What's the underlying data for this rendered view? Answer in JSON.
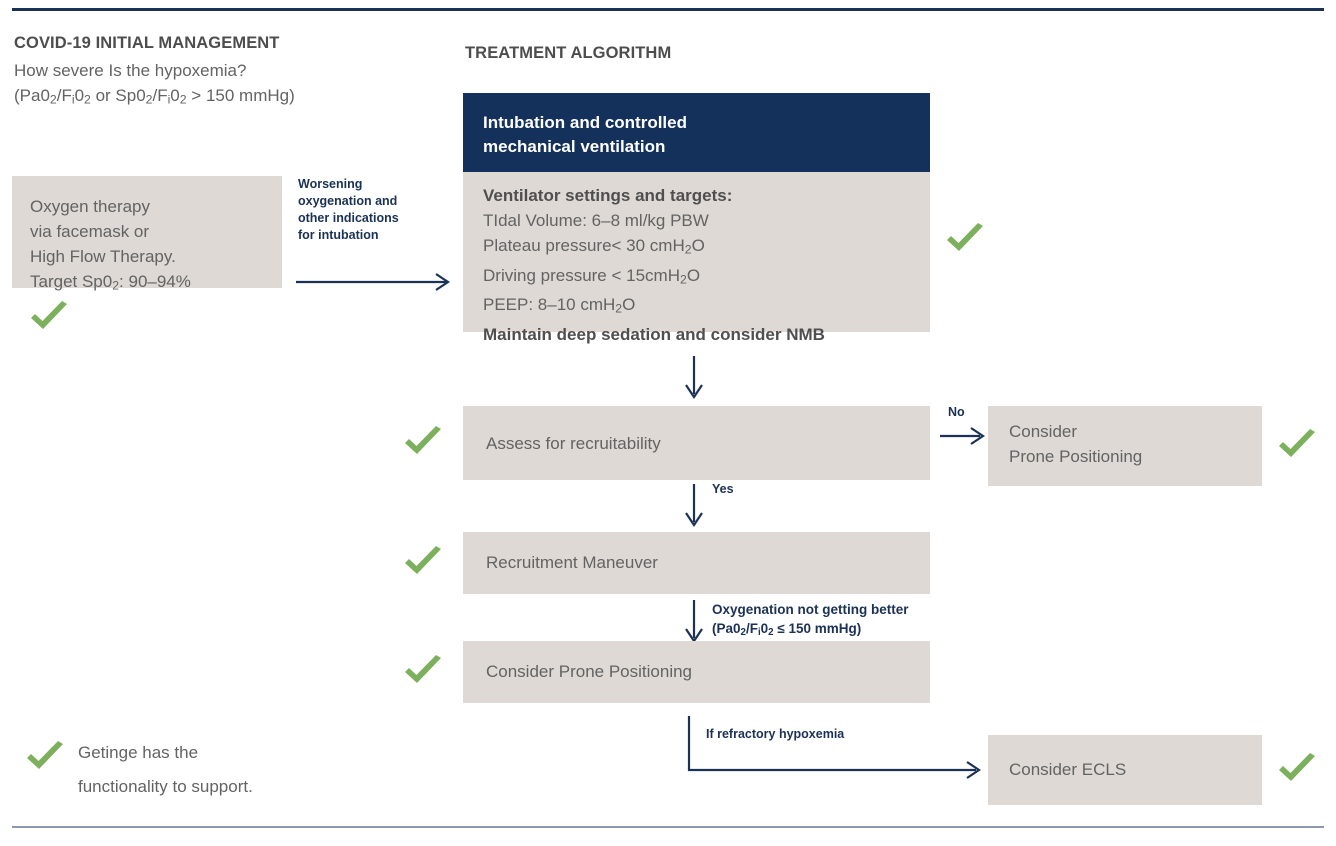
{
  "colors": {
    "navy": "#14315b",
    "rule_top": "#1b3156",
    "rule_bottom": "#8b98ad",
    "box_bg": "#ded9d4",
    "check_green": "#7cb05d",
    "body_text": "#636363"
  },
  "left_column": {
    "title": "COVID-19 INITIAL MANAGEMENT",
    "lead_line1": "How severe Is the hypoxemia?",
    "lead_line2_prefix": "(Pa0",
    "lead_line2": "(Pa0₂/FᵢO₂ or Sp0₂/FᵢO₂ > 150 mmHg)",
    "oxygen_box": {
      "line1": "Oxygen therapy",
      "line2": "via facemask or",
      "line3": "High Flow Therapy.",
      "line4": "Target Sp0₂: 90–94%"
    }
  },
  "transition": {
    "label_line1": "Worsening",
    "label_line2": "oxygenation and",
    "label_line3": "other indications",
    "label_line4": "for intubation"
  },
  "right_column": {
    "title": "TREATMENT ALGORITHM",
    "header_box": {
      "line1": "Intubation and controlled",
      "line2": "mechanical ventilation"
    },
    "settings_box": {
      "heading": "Ventilator settings and targets:",
      "line1": "TIdal Volume: 6–8 ml/kg PBW",
      "line2": "Plateau pressure< 30 cmH₂O",
      "line3": "Driving pressure < 15cmH₂O",
      "line4": "PEEP: 8–10 cmH₂O",
      "footer": "Maintain deep sedation and consider NMB"
    },
    "steps": [
      {
        "label": "Assess for recruitability"
      },
      {
        "label": "Recruitment Maneuver"
      },
      {
        "label": "Consider Prone Positioning"
      }
    ],
    "branch_no_label": "No",
    "branch_yes_label": "Yes",
    "oxygenation_note_line1": "Oxygenation not getting better",
    "oxygenation_note_line2": "(Pa0₂/FᵢO₂ ≤ 150 mmHg)",
    "refractory_label": "If refractory hypoxemia",
    "side_boxes": [
      {
        "line1": "Consider",
        "line2": "Prone Positioning"
      },
      {
        "line1": "Consider ECLS",
        "line2": ""
      }
    ]
  },
  "footer": {
    "line1": "Getinge has the",
    "line2": "functionality to support."
  }
}
